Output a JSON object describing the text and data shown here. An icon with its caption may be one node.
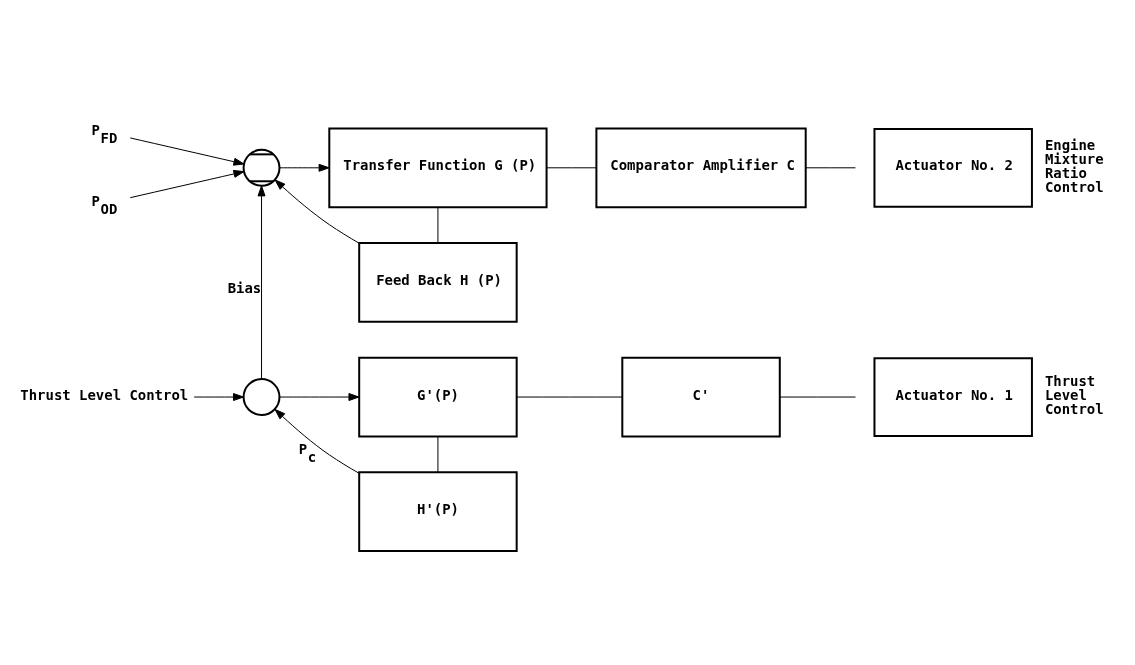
{
  "diagram": {
    "nodes": [
      {
        "text": [
          "P$_{FD}$"
        ]
      },
      {
        "text": [
          "P$_{OD}$"
        ]
      },
      {
        "text": [],
        "shape": "semicircle"
      },
      {
        "text": [
          "Transfer Function G (P)"
        ]
      },
      {
        "text": [
          "Feed Back H (P)"
        ]
      },
      {
        "text": [
          "Comparator Amplifier C"
        ]
      },
      {
        "text": [
          "Actuator No. 2"
        ],
        "beside": [
          "Engine Mixture Ratio Control"
        ]
      },
      {
        "text": [
          "Thrust Level Control"
        ]
      },
      {
        "text": [],
        "shape": "circle"
      },
      {
        "text": [
          "G'(P)"
        ]
      },
      {
        "text": [
          "H'(P)"
        ]
      },
      {
        "text": [
          "C'"
        ]
      },
      {
        "text": [
          "Actuator No. 1"
        ],
        "beside": [
          "Thrust Level Control"
        ]
      }
    ],
    "edges": [
      {
        "from": 0,
        "to": 2,
        "arrow": "to"
      },
      {
        "from": 1,
        "to": 2,
        "arrow": "to"
      },
      {
        "from": 8,
        "to": 2,
        "arrow": "to",
        "label": "Bias"
      },
      {
        "from": 2,
        "to": 3,
        "arrow": "to"
      },
      {
        "from": 3,
        "to": 5,
        "arrow": "none"
      },
      {
        "from": 3,
        "to": 4,
        "arrow": "none"
      },
      {
        "from": 4,
        "to": 2,
        "arrow": "to"
      },
      {
        "from": 5,
        "to": 6,
        "arrow": "none"
      },
      {
        "from": 7,
        "to": 8,
        "arrow": "to"
      },
      {
        "from": 8,
        "to": 9,
        "arrow": "to"
      },
      {
        "from": 9,
        "to": 11,
        "arrow": "none"
      },
      {
        "from": 9,
        "to": 10,
        "arrow": "none"
      },
      {
        "from": 10,
        "to": 8,
        "arrow": "to",
        "label": "P$_{c}$"
      },
      {
        "from": 11,
        "to": 12,
        "arrow": "none"
      }
    ]
  }
}
